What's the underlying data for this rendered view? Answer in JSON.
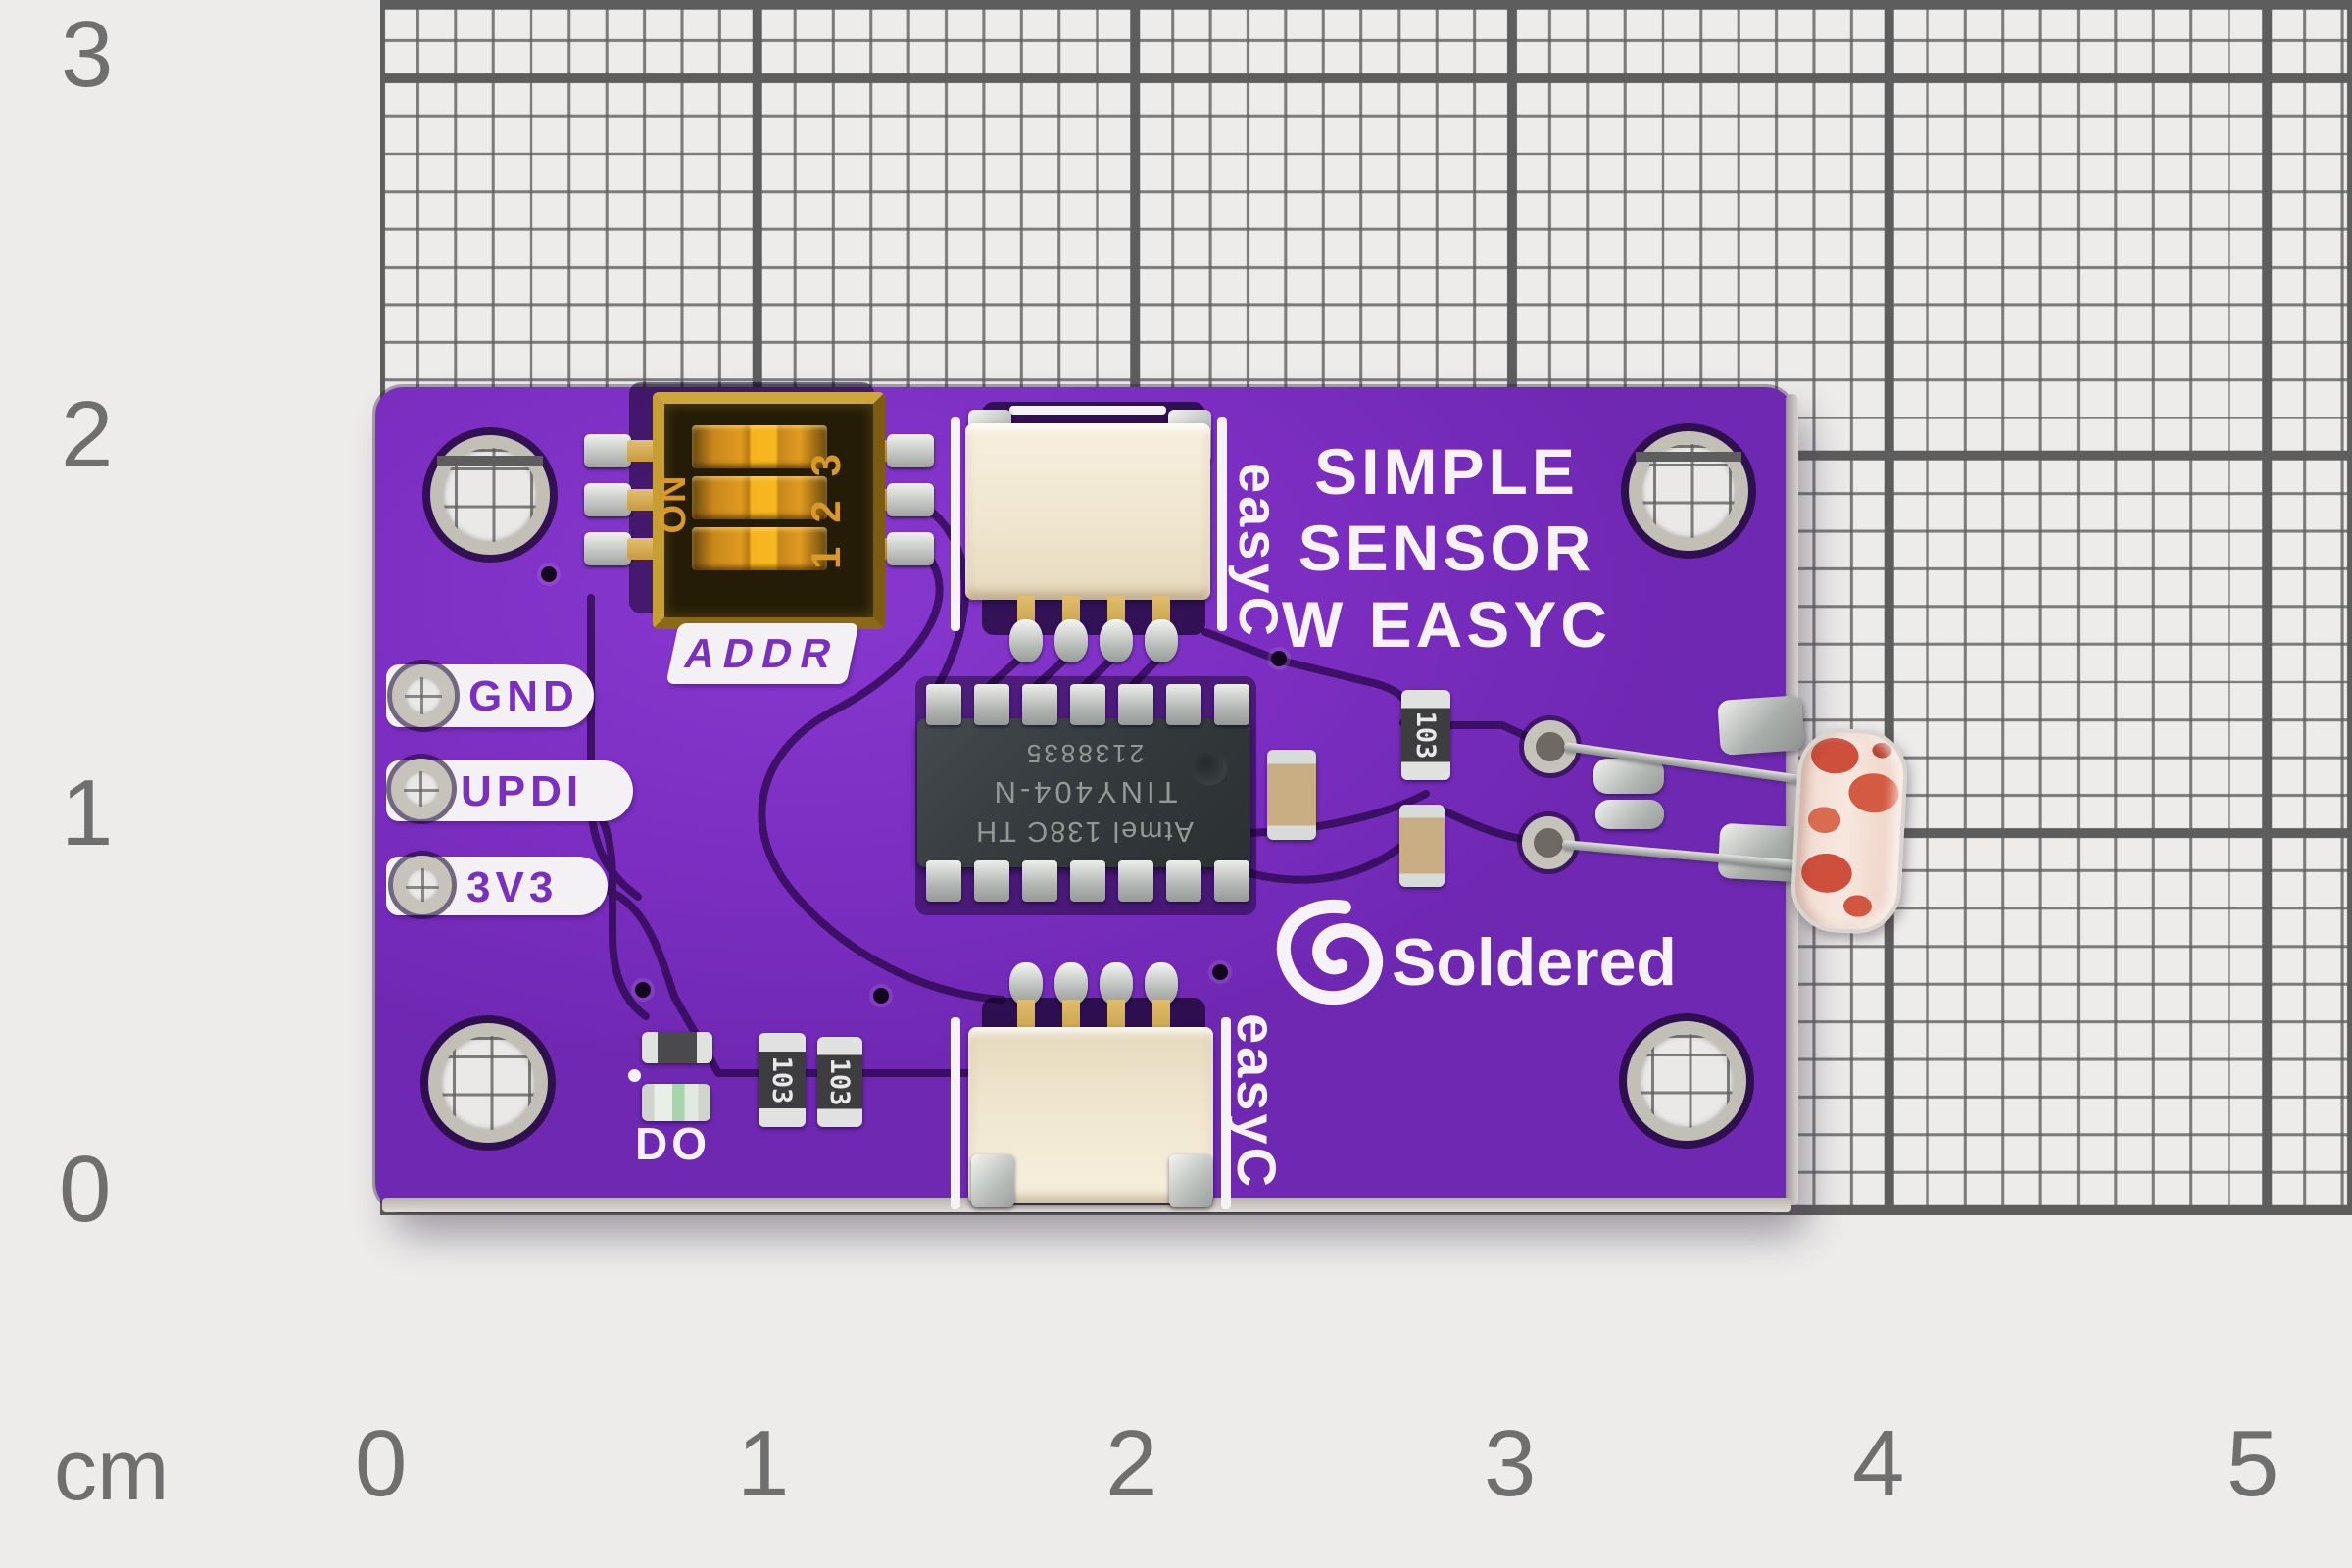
{
  "scene": {
    "description": "Purple Soldered sensor breakout PCB photographed on centimeter graph paper"
  },
  "ruler": {
    "unit_label": "cm",
    "left_labels": [
      "3",
      "2",
      "1",
      "0"
    ],
    "bottom_labels": [
      "0",
      "1",
      "2",
      "3",
      "4",
      "5"
    ]
  },
  "board": {
    "title_line1": "SIMPLE",
    "title_line2": "SENSOR",
    "title_line3": "W EASYC",
    "brand": "Soldered",
    "easyc_label_top": "easyC",
    "easyc_label_bottom": "easyC",
    "addr_label": "ADDR",
    "do_label": "DO",
    "pin_labels": {
      "gnd": "GND",
      "updi": "UPDI",
      "v33": "3V3"
    },
    "dip_switch": {
      "on_label": "ON",
      "digits": "123"
    },
    "ic": {
      "marking_line1": "Atmel 138C TH",
      "marking_line2": "TINY404-N",
      "marking_line3": "2138835"
    },
    "smd_marking": "103"
  },
  "colors": {
    "pcb_purple": "#7c2ec2",
    "silkscreen_white": "#f5f2f8",
    "dip_orange": "#e09a20",
    "connector_cream": "#f2ead8",
    "ldr_red": "#cd4f3c",
    "paper": "#edecea",
    "grid_line": "#5f5f5f",
    "ruler_text": "#6f6f6f"
  }
}
